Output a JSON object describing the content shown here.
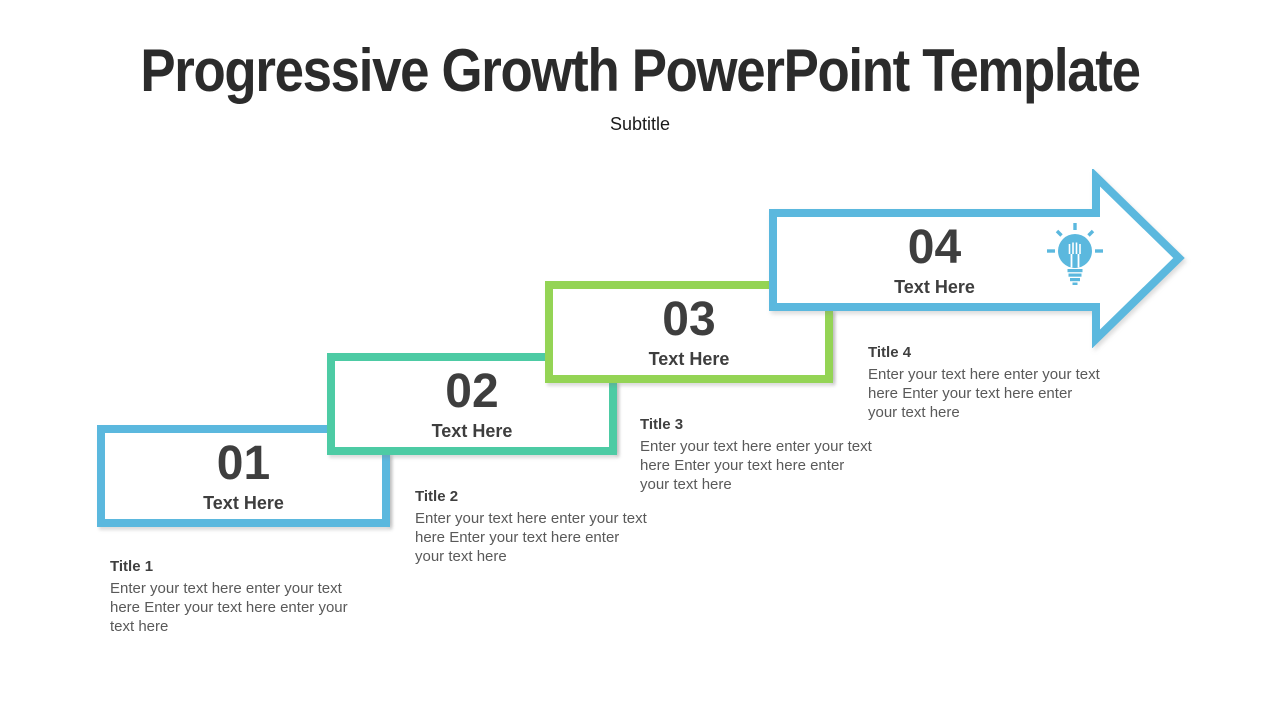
{
  "slide": {
    "title": "Progressive Growth PowerPoint Template",
    "subtitle": "Subtitle",
    "background_color": "#FFFFFF",
    "text_color": "#3E3E3E",
    "body_text_color": "#595959"
  },
  "diagram": {
    "type": "progressive-growth-staircase",
    "steps": [
      {
        "number": "01",
        "label": "Text Here",
        "accent": "#5BB8DE",
        "title": "Title 1",
        "description": "Enter your text here enter your text here Enter your text here enter your text here"
      },
      {
        "number": "02",
        "label": "Text Here",
        "accent": "#4DCBA4",
        "title": "Title 2",
        "description": "Enter your text here enter your text here Enter your text here enter your text here"
      },
      {
        "number": "03",
        "label": "Text Here",
        "accent": "#94D455",
        "title": "Title 3",
        "description": "Enter your text here enter your text here Enter your text here enter your text here"
      },
      {
        "number": "04",
        "label": "Text Here",
        "accent": "#5BB8DE",
        "title": "Title 4",
        "description": "Enter your text here enter your text here Enter your text here enter your text here",
        "icon": "idea-lightbulb-icon",
        "shape": "right-arrow"
      }
    ]
  }
}
